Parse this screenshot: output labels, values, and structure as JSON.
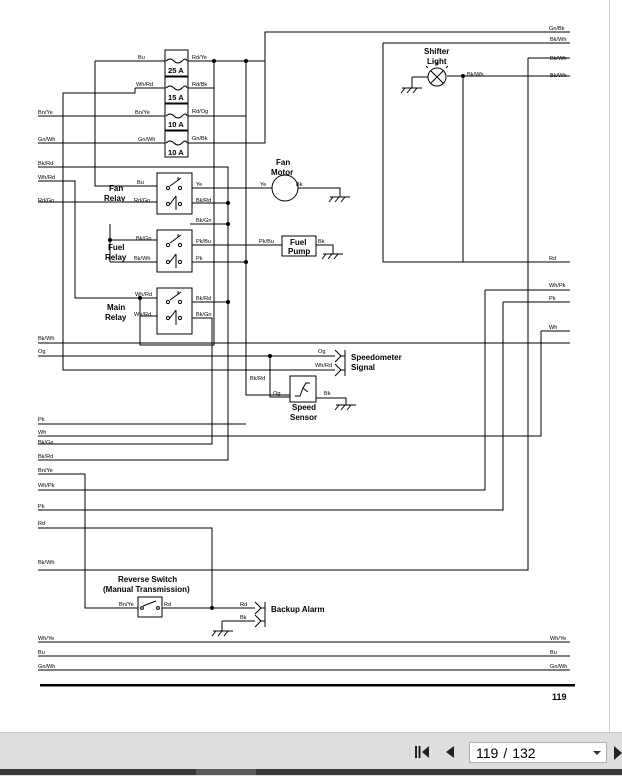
{
  "viewer": {
    "current_page": "119",
    "page_separator": "/",
    "total_pages": "132",
    "page_number_label": "119"
  },
  "icons": {
    "first_page": "first-page-icon",
    "previous_page": "previous-page-icon",
    "next_page": "next-page-icon",
    "dropdown": "chevron-down-icon"
  },
  "components": {
    "shifter_light": [
      "Shifter",
      "Light"
    ],
    "fan_motor": [
      "Fan",
      "Motor"
    ],
    "fan_relay": [
      "Fan",
      "Relay"
    ],
    "fuel_relay": [
      "Fuel",
      "Relay"
    ],
    "main_relay": [
      "Main",
      "Relay"
    ],
    "fuel_pump": [
      "Fuel",
      "Pump"
    ],
    "speedometer_signal": [
      "Speedometer",
      "Signal"
    ],
    "speed_sensor": [
      "Speed",
      "Sensor"
    ],
    "reverse_switch": [
      "Reverse Switch",
      "(Manual Transmission)"
    ],
    "backup_alarm": "Backup Alarm"
  },
  "fuses": [
    "25 A",
    "15 A",
    "10 A",
    "10 A"
  ],
  "wire_labels": {
    "top_right": [
      "Gn/Bk",
      "Bk/Wh",
      "Bk/Wh",
      "Bk/Wh"
    ],
    "fuse_inputs": [
      "Bu",
      "Wh/Rd",
      "Bn/Ye",
      "Bu",
      "Gn/Wh"
    ],
    "fuse_outputs": [
      "Rd/Ye",
      "Rd/Bk",
      "Rd/Og",
      "Gn/Bk"
    ],
    "left_mid": [
      "Bk/Rd",
      "Wh/Rd",
      "Rd/Gn"
    ],
    "fan_relay": [
      "Bu",
      "Ye",
      "Rd/Gn",
      "Bk/Rd",
      "Bk/Gn"
    ],
    "fan_motor": [
      "Ye",
      "Bk"
    ],
    "shifter": "Bk/Wh",
    "fuel_relay": [
      "Bk/Gn",
      "Pk/Bu",
      "Bk/Wh",
      "Pk"
    ],
    "fuel_pump": [
      "Pk/Bu",
      "Bk"
    ],
    "main_relay": [
      "Wh/Rd",
      "Bk/Rd",
      "Wh/Rd",
      "Bk/Gn"
    ],
    "right_mid": [
      "Rd",
      "Wh/Pk",
      "Pk",
      "Wh"
    ],
    "left_lower": [
      "Bk/Wh",
      "Og",
      "Pk",
      "Wh",
      "Bk/Gn",
      "Bk/Rd",
      "Bn/Ye",
      "Wh/Pk",
      "Pk",
      "Rd",
      "Bk/Wh"
    ],
    "speedometer": [
      "Og",
      "Wh/Rd"
    ],
    "speed_sensor": [
      "Bk/Rd",
      "Og",
      "Bk"
    ],
    "reverse_switch": [
      "Bn/Ye",
      "Rd"
    ],
    "backup_alarm": [
      "Rd",
      "Bk"
    ],
    "bottom_left": [
      "Wh/Ye",
      "Bu",
      "Gn/Wh"
    ],
    "bottom_right": [
      "Wh/Ye",
      "Bu",
      "Gn/Wh"
    ]
  }
}
